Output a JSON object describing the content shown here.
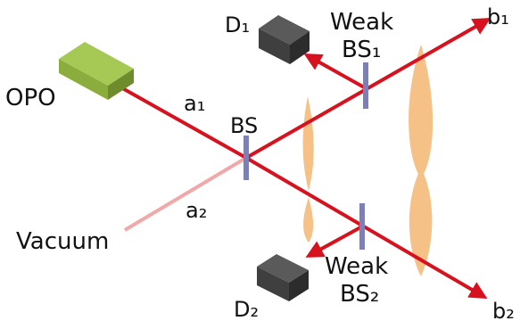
{
  "labels": {
    "opo": "OPO",
    "vacuum": "Vacuum",
    "a1": "a₁",
    "a2": "a₂",
    "bs": "BS",
    "b1": "b₁",
    "b2": "b₂",
    "d1": "D₁",
    "d2": "D₂",
    "weak_top": "Weak",
    "bs1": "BS₁",
    "weak_bottom": "Weak",
    "bs2": "BS₂"
  },
  "colors": {
    "beam": "#d7121f",
    "vacuum_beam": "#f0a8a8",
    "splitter": "#7d7fb8",
    "lens": "#f5c187",
    "opo_top": "#a6c955",
    "opo_front": "#8bad3e",
    "opo_side": "#6e8c2c",
    "detector_top": "#5a5a5a",
    "detector_front": "#3f3f3f",
    "detector_side": "#2c2c2c"
  }
}
